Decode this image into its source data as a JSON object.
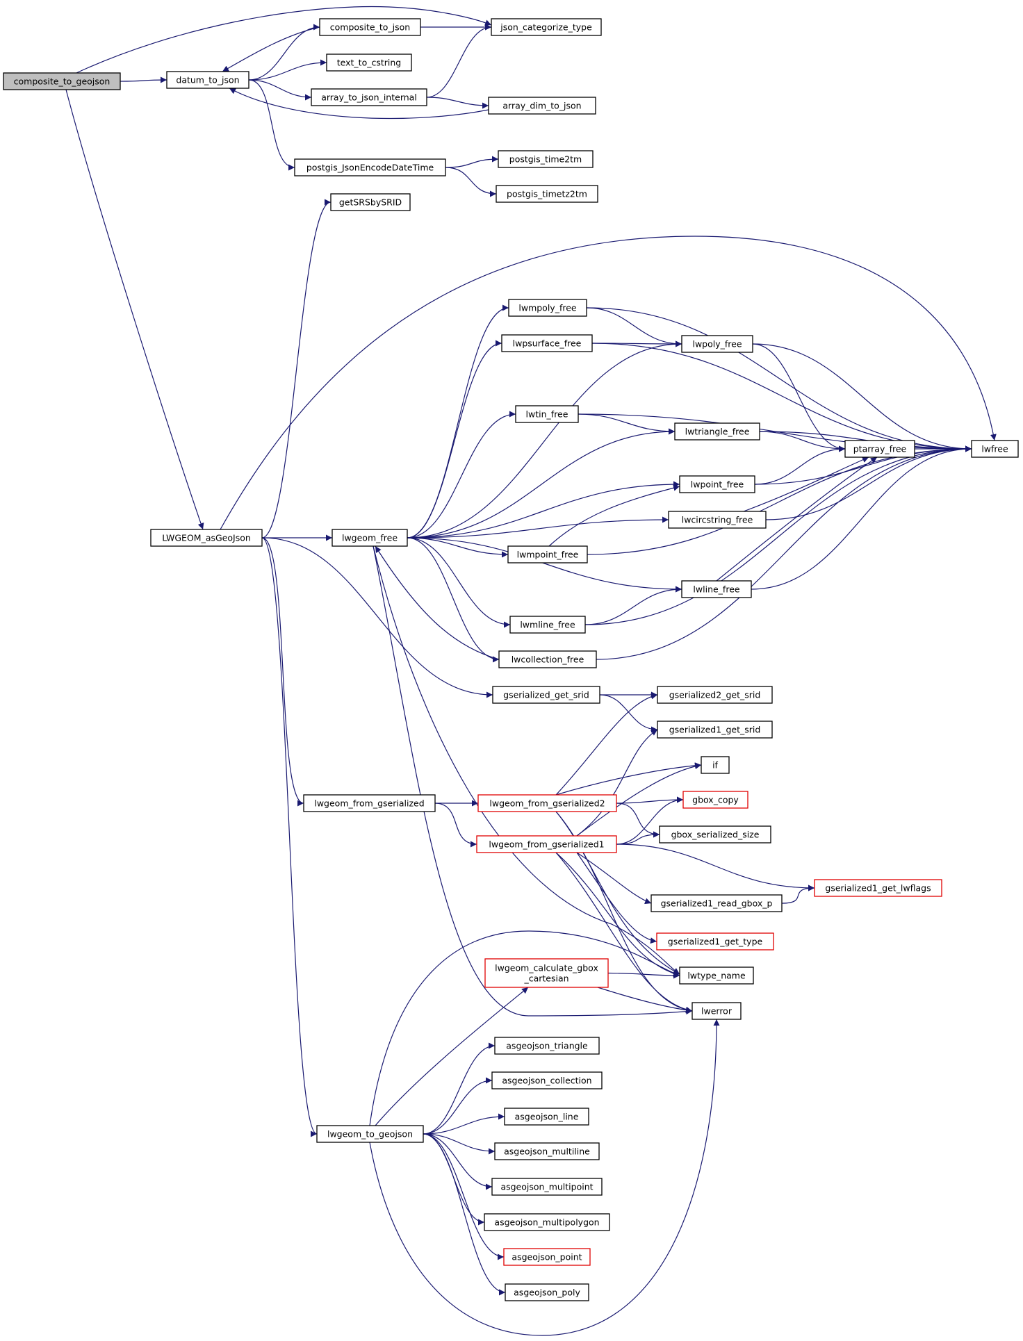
{
  "graph": {
    "nodes": [
      {
        "id": "composite_to_geojson",
        "lines": [
          "composite_to_geojson"
        ],
        "kind": "root"
      },
      {
        "id": "datum_to_json",
        "lines": [
          "datum_to_json"
        ],
        "kind": "normal"
      },
      {
        "id": "composite_to_json",
        "lines": [
          "composite_to_json"
        ],
        "kind": "normal"
      },
      {
        "id": "json_categorize_type",
        "lines": [
          "json_categorize_type"
        ],
        "kind": "normal"
      },
      {
        "id": "text_to_cstring",
        "lines": [
          "text_to_cstring"
        ],
        "kind": "normal"
      },
      {
        "id": "array_to_json_internal",
        "lines": [
          "array_to_json_internal"
        ],
        "kind": "normal"
      },
      {
        "id": "array_dim_to_json",
        "lines": [
          "array_dim_to_json"
        ],
        "kind": "normal"
      },
      {
        "id": "postgis_JsonEncodeDateTime",
        "lines": [
          "postgis_JsonEncodeDateTime"
        ],
        "kind": "normal"
      },
      {
        "id": "postgis_time2tm",
        "lines": [
          "postgis_time2tm"
        ],
        "kind": "normal"
      },
      {
        "id": "postgis_timetz2tm",
        "lines": [
          "postgis_timetz2tm"
        ],
        "kind": "normal"
      },
      {
        "id": "getSRSbySRID",
        "lines": [
          "getSRSbySRID"
        ],
        "kind": "normal"
      },
      {
        "id": "LWGEOM_asGeoJson",
        "lines": [
          "LWGEOM_asGeoJson"
        ],
        "kind": "normal"
      },
      {
        "id": "lwgeom_free",
        "lines": [
          "lwgeom_free"
        ],
        "kind": "normal"
      },
      {
        "id": "lwmpoly_free",
        "lines": [
          "lwmpoly_free"
        ],
        "kind": "normal"
      },
      {
        "id": "lwpsurface_free",
        "lines": [
          "lwpsurface_free"
        ],
        "kind": "normal"
      },
      {
        "id": "lwpoly_free",
        "lines": [
          "lwpoly_free"
        ],
        "kind": "normal"
      },
      {
        "id": "lwtin_free",
        "lines": [
          "lwtin_free"
        ],
        "kind": "normal"
      },
      {
        "id": "lwtriangle_free",
        "lines": [
          "lwtriangle_free"
        ],
        "kind": "normal"
      },
      {
        "id": "ptarray_free",
        "lines": [
          "ptarray_free"
        ],
        "kind": "normal"
      },
      {
        "id": "lwfree",
        "lines": [
          "lwfree"
        ],
        "kind": "normal"
      },
      {
        "id": "lwpoint_free",
        "lines": [
          "lwpoint_free"
        ],
        "kind": "normal"
      },
      {
        "id": "lwcircstring_free",
        "lines": [
          "lwcircstring_free"
        ],
        "kind": "normal"
      },
      {
        "id": "lwmpoint_free",
        "lines": [
          "lwmpoint_free"
        ],
        "kind": "normal"
      },
      {
        "id": "lwline_free",
        "lines": [
          "lwline_free"
        ],
        "kind": "normal"
      },
      {
        "id": "lwmline_free",
        "lines": [
          "lwmline_free"
        ],
        "kind": "normal"
      },
      {
        "id": "lwcollection_free",
        "lines": [
          "lwcollection_free"
        ],
        "kind": "normal"
      },
      {
        "id": "gserialized_get_srid",
        "lines": [
          "gserialized_get_srid"
        ],
        "kind": "normal"
      },
      {
        "id": "gserialized2_get_srid",
        "lines": [
          "gserialized2_get_srid"
        ],
        "kind": "normal"
      },
      {
        "id": "gserialized1_get_srid",
        "lines": [
          "gserialized1_get_srid"
        ],
        "kind": "normal"
      },
      {
        "id": "lwgeom_from_gserialized",
        "lines": [
          "lwgeom_from_gserialized"
        ],
        "kind": "normal"
      },
      {
        "id": "lwgeom_from_gserialized2",
        "lines": [
          "lwgeom_from_gserialized2"
        ],
        "kind": "red"
      },
      {
        "id": "lwgeom_from_gserialized1",
        "lines": [
          "lwgeom_from_gserialized1"
        ],
        "kind": "red"
      },
      {
        "id": "if",
        "lines": [
          "if"
        ],
        "kind": "normal"
      },
      {
        "id": "gbox_copy",
        "lines": [
          "gbox_copy"
        ],
        "kind": "red"
      },
      {
        "id": "gbox_serialized_size",
        "lines": [
          "gbox_serialized_size"
        ],
        "kind": "normal"
      },
      {
        "id": "gserialized1_get_lwflags",
        "lines": [
          "gserialized1_get_lwflags"
        ],
        "kind": "red"
      },
      {
        "id": "gserialized1_read_gbox_p",
        "lines": [
          "gserialized1_read_gbox_p"
        ],
        "kind": "normal"
      },
      {
        "id": "gserialized1_get_type",
        "lines": [
          "gserialized1_get_type"
        ],
        "kind": "red"
      },
      {
        "id": "lwgeom_calculate_gbox_cartesian",
        "lines": [
          "lwgeom_calculate_gbox",
          "_cartesian"
        ],
        "kind": "red"
      },
      {
        "id": "lwtype_name",
        "lines": [
          "lwtype_name"
        ],
        "kind": "normal"
      },
      {
        "id": "lwerror",
        "lines": [
          "lwerror"
        ],
        "kind": "normal"
      },
      {
        "id": "asgeojson_triangle",
        "lines": [
          "asgeojson_triangle"
        ],
        "kind": "normal"
      },
      {
        "id": "asgeojson_collection",
        "lines": [
          "asgeojson_collection"
        ],
        "kind": "normal"
      },
      {
        "id": "asgeojson_line",
        "lines": [
          "asgeojson_line"
        ],
        "kind": "normal"
      },
      {
        "id": "lwgeom_to_geojson",
        "lines": [
          "lwgeom_to_geojson"
        ],
        "kind": "normal"
      },
      {
        "id": "asgeojson_multiline",
        "lines": [
          "asgeojson_multiline"
        ],
        "kind": "normal"
      },
      {
        "id": "asgeojson_multipoint",
        "lines": [
          "asgeojson_multipoint"
        ],
        "kind": "normal"
      },
      {
        "id": "asgeojson_multipolygon",
        "lines": [
          "asgeojson_multipolygon"
        ],
        "kind": "normal"
      },
      {
        "id": "asgeojson_point",
        "lines": [
          "asgeojson_point"
        ],
        "kind": "red"
      },
      {
        "id": "asgeojson_poly",
        "lines": [
          "asgeojson_poly"
        ],
        "kind": "normal"
      }
    ],
    "edges": [
      {
        "from": "composite_to_geojson",
        "to": "datum_to_json"
      },
      {
        "from": "composite_to_geojson",
        "to": "json_categorize_type"
      },
      {
        "from": "composite_to_geojson",
        "to": "LWGEOM_asGeoJson"
      },
      {
        "from": "datum_to_json",
        "to": "composite_to_json"
      },
      {
        "from": "composite_to_json",
        "to": "datum_to_json"
      },
      {
        "from": "composite_to_json",
        "to": "json_categorize_type"
      },
      {
        "from": "datum_to_json",
        "to": "text_to_cstring"
      },
      {
        "from": "datum_to_json",
        "to": "array_to_json_internal"
      },
      {
        "from": "array_to_json_internal",
        "to": "json_categorize_type"
      },
      {
        "from": "array_to_json_internal",
        "to": "array_dim_to_json"
      },
      {
        "from": "array_dim_to_json",
        "to": "datum_to_json"
      },
      {
        "from": "datum_to_json",
        "to": "postgis_JsonEncodeDateTime"
      },
      {
        "from": "postgis_JsonEncodeDateTime",
        "to": "postgis_time2tm"
      },
      {
        "from": "postgis_JsonEncodeDateTime",
        "to": "postgis_timetz2tm"
      },
      {
        "from": "LWGEOM_asGeoJson",
        "to": "getSRSbySRID"
      },
      {
        "from": "LWGEOM_asGeoJson",
        "to": "lwfree"
      },
      {
        "from": "LWGEOM_asGeoJson",
        "to": "lwgeom_free"
      },
      {
        "from": "LWGEOM_asGeoJson",
        "to": "gserialized_get_srid"
      },
      {
        "from": "LWGEOM_asGeoJson",
        "to": "lwgeom_from_gserialized"
      },
      {
        "from": "LWGEOM_asGeoJson",
        "to": "lwgeom_to_geojson"
      },
      {
        "from": "lwgeom_free",
        "to": "lwmpoly_free"
      },
      {
        "from": "lwgeom_free",
        "to": "lwpsurface_free"
      },
      {
        "from": "lwgeom_free",
        "to": "lwpoly_free"
      },
      {
        "from": "lwgeom_free",
        "to": "lwtin_free"
      },
      {
        "from": "lwgeom_free",
        "to": "lwtriangle_free"
      },
      {
        "from": "lwgeom_free",
        "to": "lwpoint_free"
      },
      {
        "from": "lwgeom_free",
        "to": "lwcircstring_free"
      },
      {
        "from": "lwgeom_free",
        "to": "lwmpoint_free"
      },
      {
        "from": "lwgeom_free",
        "to": "lwline_free"
      },
      {
        "from": "lwgeom_free",
        "to": "lwmline_free"
      },
      {
        "from": "lwgeom_free",
        "to": "lwcollection_free"
      },
      {
        "from": "lwgeom_free",
        "to": "lwtype_name"
      },
      {
        "from": "lwgeom_free",
        "to": "lwerror"
      },
      {
        "from": "lwcollection_free",
        "to": "lwgeom_free"
      },
      {
        "from": "lwmpoly_free",
        "to": "lwpoly_free"
      },
      {
        "from": "lwmpoly_free",
        "to": "lwfree"
      },
      {
        "from": "lwpsurface_free",
        "to": "lwpoly_free"
      },
      {
        "from": "lwpsurface_free",
        "to": "lwfree"
      },
      {
        "from": "lwpoly_free",
        "to": "ptarray_free"
      },
      {
        "from": "lwpoly_free",
        "to": "lwfree"
      },
      {
        "from": "lwtin_free",
        "to": "lwtriangle_free"
      },
      {
        "from": "lwtin_free",
        "to": "lwfree"
      },
      {
        "from": "lwtriangle_free",
        "to": "ptarray_free"
      },
      {
        "from": "lwtriangle_free",
        "to": "lwfree"
      },
      {
        "from": "ptarray_free",
        "to": "lwfree"
      },
      {
        "from": "lwpoint_free",
        "to": "ptarray_free"
      },
      {
        "from": "lwpoint_free",
        "to": "lwfree"
      },
      {
        "from": "lwcircstring_free",
        "to": "ptarray_free"
      },
      {
        "from": "lwcircstring_free",
        "to": "lwfree"
      },
      {
        "from": "lwmpoint_free",
        "to": "lwpoint_free"
      },
      {
        "from": "lwmpoint_free",
        "to": "lwfree"
      },
      {
        "from": "lwline_free",
        "to": "ptarray_free"
      },
      {
        "from": "lwline_free",
        "to": "lwfree"
      },
      {
        "from": "lwmline_free",
        "to": "lwline_free"
      },
      {
        "from": "lwmline_free",
        "to": "lwfree"
      },
      {
        "from": "lwcollection_free",
        "to": "lwfree"
      },
      {
        "from": "gserialized_get_srid",
        "to": "gserialized2_get_srid"
      },
      {
        "from": "gserialized_get_srid",
        "to": "gserialized1_get_srid"
      },
      {
        "from": "lwgeom_from_gserialized",
        "to": "lwgeom_from_gserialized2"
      },
      {
        "from": "lwgeom_from_gserialized",
        "to": "lwgeom_from_gserialized1"
      },
      {
        "from": "lwgeom_from_gserialized2",
        "to": "gserialized2_get_srid"
      },
      {
        "from": "lwgeom_from_gserialized2",
        "to": "if"
      },
      {
        "from": "lwgeom_from_gserialized2",
        "to": "gbox_copy"
      },
      {
        "from": "lwgeom_from_gserialized2",
        "to": "gbox_serialized_size"
      },
      {
        "from": "lwgeom_from_gserialized2",
        "to": "lwtype_name"
      },
      {
        "from": "lwgeom_from_gserialized2",
        "to": "lwerror"
      },
      {
        "from": "lwgeom_from_gserialized1",
        "to": "gserialized1_get_srid"
      },
      {
        "from": "lwgeom_from_gserialized1",
        "to": "if"
      },
      {
        "from": "lwgeom_from_gserialized1",
        "to": "gbox_copy"
      },
      {
        "from": "lwgeom_from_gserialized1",
        "to": "gbox_serialized_size"
      },
      {
        "from": "lwgeom_from_gserialized1",
        "to": "gserialized1_get_lwflags"
      },
      {
        "from": "lwgeom_from_gserialized1",
        "to": "gserialized1_read_gbox_p"
      },
      {
        "from": "lwgeom_from_gserialized1",
        "to": "gserialized1_get_type"
      },
      {
        "from": "lwgeom_from_gserialized1",
        "to": "lwtype_name"
      },
      {
        "from": "lwgeom_from_gserialized1",
        "to": "lwerror"
      },
      {
        "from": "gserialized1_read_gbox_p",
        "to": "gserialized1_get_lwflags"
      },
      {
        "from": "lwgeom_calculate_gbox_cartesian",
        "to": "lwtype_name"
      },
      {
        "from": "lwgeom_calculate_gbox_cartesian",
        "to": "lwerror"
      },
      {
        "from": "lwgeom_to_geojson",
        "to": "lwgeom_calculate_gbox_cartesian"
      },
      {
        "from": "lwgeom_to_geojson",
        "to": "asgeojson_triangle"
      },
      {
        "from": "lwgeom_to_geojson",
        "to": "asgeojson_collection"
      },
      {
        "from": "lwgeom_to_geojson",
        "to": "asgeojson_line"
      },
      {
        "from": "lwgeom_to_geojson",
        "to": "asgeojson_multiline"
      },
      {
        "from": "lwgeom_to_geojson",
        "to": "asgeojson_multipoint"
      },
      {
        "from": "lwgeom_to_geojson",
        "to": "asgeojson_multipolygon"
      },
      {
        "from": "lwgeom_to_geojson",
        "to": "asgeojson_point"
      },
      {
        "from": "lwgeom_to_geojson",
        "to": "asgeojson_poly"
      },
      {
        "from": "lwgeom_to_geojson",
        "to": "lwtype_name"
      },
      {
        "from": "lwgeom_to_geojson",
        "to": "lwerror"
      }
    ]
  },
  "colors": {
    "edge": "#191970",
    "root_fill": "#bfbfbf",
    "highlight_border": "#e00000",
    "node_border": "#000000"
  }
}
